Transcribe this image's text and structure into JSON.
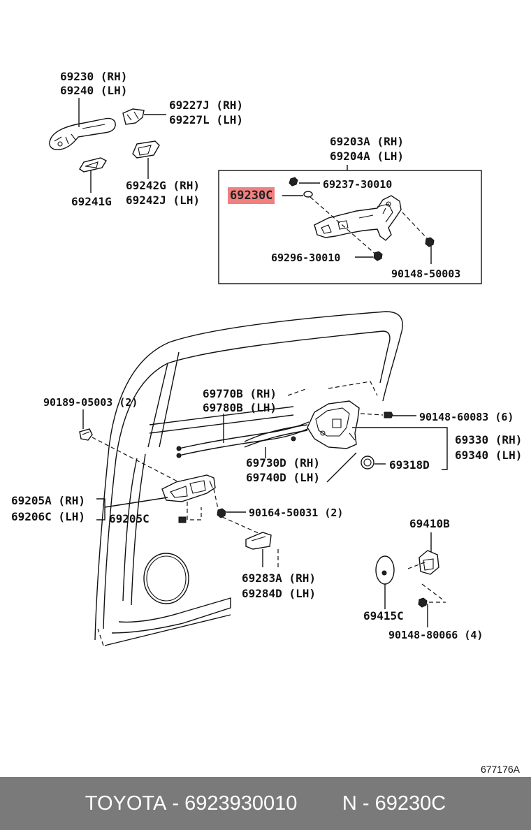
{
  "labels": {
    "p69230": "69230 (RH)",
    "p69240": "69240 (LH)",
    "p69227J": "69227J (RH)",
    "p69227L": "69227L (LH)",
    "p69241G": "69241G",
    "p69242G": "69242G (RH)",
    "p69242J": "69242J (LH)",
    "p69203A": "69203A (RH)",
    "p69204A": "69204A (LH)",
    "p69237": "69237-30010",
    "p69296": "69296-30010",
    "p90148_50003": "90148-50003",
    "p90189": "90189-05003 (2)",
    "p69770B": "69770B (RH)",
    "p69780B": "69780B (LH)",
    "p90148_60083": "90148-60083 (6)",
    "p69330": "69330 (RH)",
    "p69340": "69340 (LH)",
    "p69318D": "69318D",
    "p69730D": "69730D (RH)",
    "p69740D": "69740D (LH)",
    "p69205A": "69205A (RH)",
    "p69206C": "69206C (LH)",
    "p69205C": "69205C",
    "p90164": "90164-50031 (2)",
    "p69410B": "69410B",
    "p69283A": "69283A (RH)",
    "p69284D": "69284D (LH)",
    "p69415C": "69415C",
    "p90148_80066": "90148-80066 (4)"
  },
  "highlight": {
    "part": "69230C",
    "color": "#f08080"
  },
  "diagram_ref": "677176A",
  "footer": {
    "brand": "TOYOTA",
    "sep1": " - ",
    "part_number": "6923930010",
    "gap": "        ",
    "n_label": "N",
    "sep2": " - ",
    "n_value": "69230C",
    "background": "#7a7a7a"
  }
}
